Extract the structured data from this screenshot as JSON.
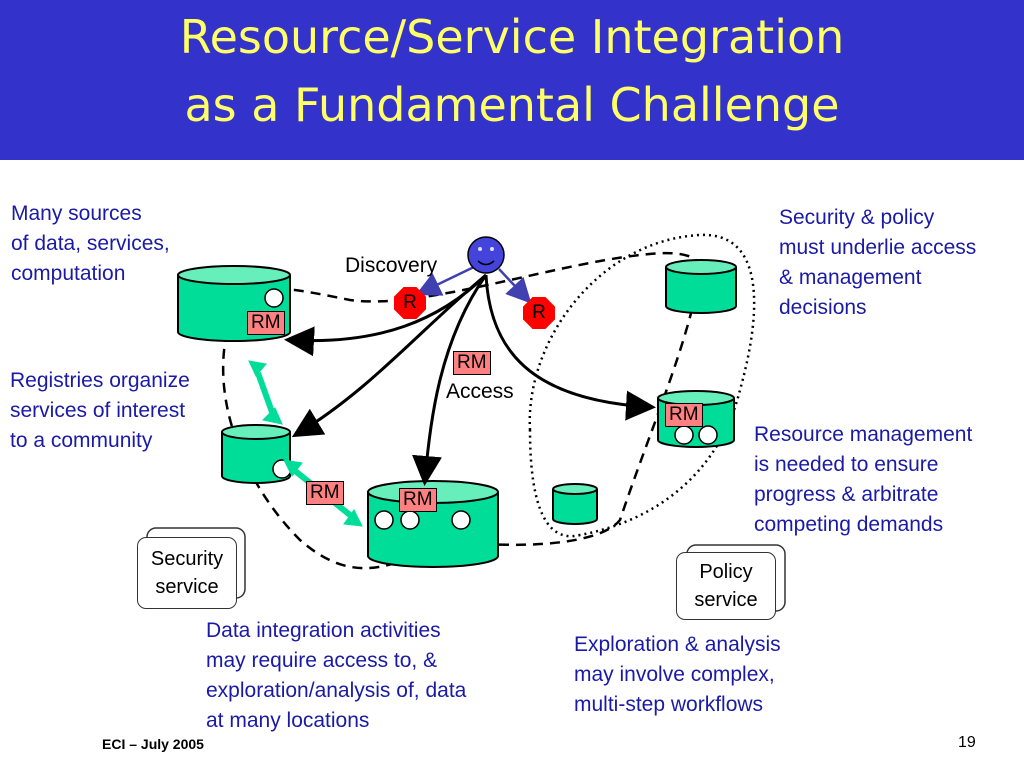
{
  "title": {
    "line1": "Resource/Service Integration",
    "line2": "as a Fundamental Challenge"
  },
  "notes": {
    "sources": "Many sources\nof data, services,\ncomputation",
    "registries": "Registries organize\nservices of interest\nto a community",
    "security_policy": "Security & policy\nmust underlie access\n& management\ndecisions",
    "resource_mgmt": "Resource management\nis needed to ensure\nprogress & arbitrate\ncompeting demands",
    "data_integration": "Data integration activities\nmay require access to, &\nexploration/analysis of, data\nat many locations",
    "exploration": "Exploration & analysis\nmay involve complex,\nmulti-step workflows"
  },
  "labels": {
    "discovery": "Discovery",
    "access": "Access",
    "rm": "RM",
    "r": "R"
  },
  "services": {
    "security": {
      "line1": "Security",
      "line2": "service"
    },
    "policy": {
      "line1": "Policy",
      "line2": "service"
    }
  },
  "footer": {
    "left": "ECI – July 2005",
    "page": "19"
  },
  "colors": {
    "header_bg": "#3333cc",
    "title": "#ffff66",
    "note_text": "#1a1aa6",
    "db_fill": "#00dd99",
    "rm_fill": "#ff8080",
    "r_fill": "#ff0000",
    "user_face": "#4444dd"
  }
}
